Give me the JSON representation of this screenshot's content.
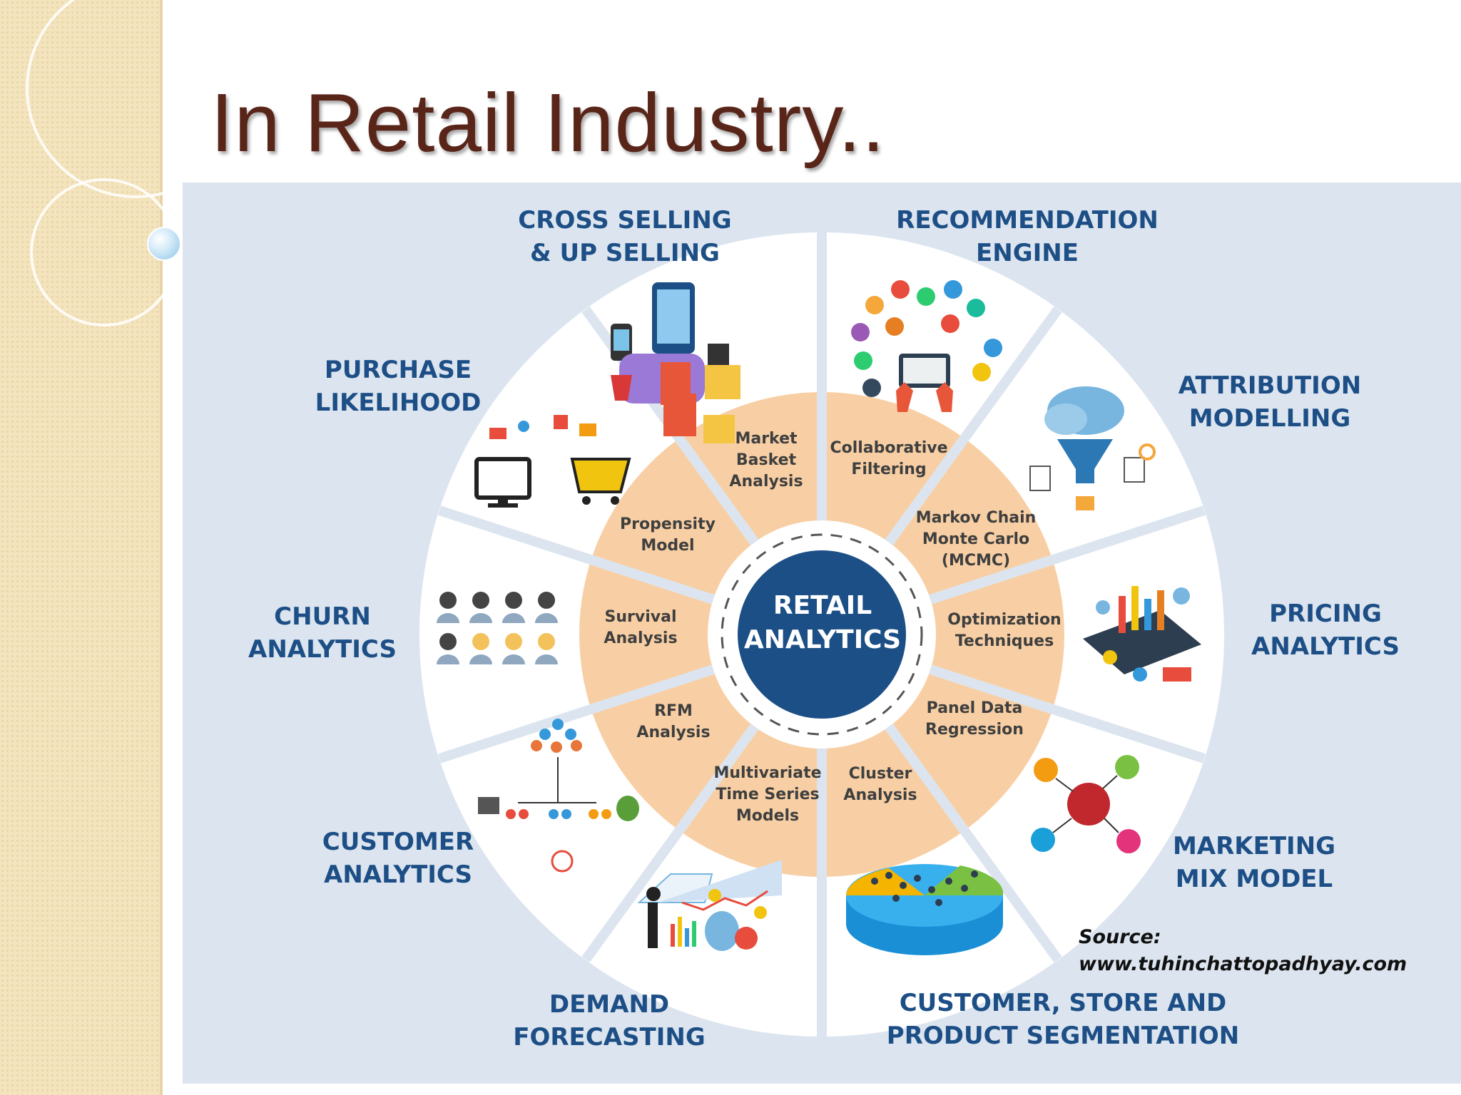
{
  "slide": {
    "title": "In Retail Industry.."
  },
  "center": {
    "label": "RETAIL\nANALYTICS"
  },
  "outer_labels": {
    "cross_selling": "CROSS SELLING\n& UP SELLING",
    "recommendation": "RECOMMENDATION\nENGINE",
    "attribution": "ATTRIBUTION\nMODELLING",
    "pricing": "PRICING\nANALYTICS",
    "marketing_mix": "MARKETING\nMIX MODEL",
    "segmentation": "CUSTOMER, STORE AND\nPRODUCT SEGMENTATION",
    "demand": "DEMAND\nFORECASTING",
    "customer": "CUSTOMER\nANALYTICS",
    "churn": "CHURN\nANALYTICS",
    "purchase": "PURCHASE\nLIKELIHOOD"
  },
  "inner_labels": {
    "market_basket": "Market\nBasket\nAnalysis",
    "collaborative": "Collaborative\nFiltering",
    "markov": "Markov Chain\nMonte Carlo\n(MCMC)",
    "optimization": "Optimization\nTechniques",
    "panel_data": "Panel Data\nRegression",
    "cluster": "Cluster\nAnalysis",
    "multivariate": "Multivariate\nTime Series\nModels",
    "rfm": "RFM\nAnalysis",
    "survival": "Survival\nAnalysis",
    "propensity": "Propensity\nModel"
  },
  "source": {
    "text": "Source:\nwww.tuhinchattopadhyay.com"
  },
  "colors": {
    "title": "#5a2519",
    "panel": "#dce5ef",
    "ring": "#f8cfa4",
    "center": "#1c4f86",
    "label": "#1d4f86"
  }
}
